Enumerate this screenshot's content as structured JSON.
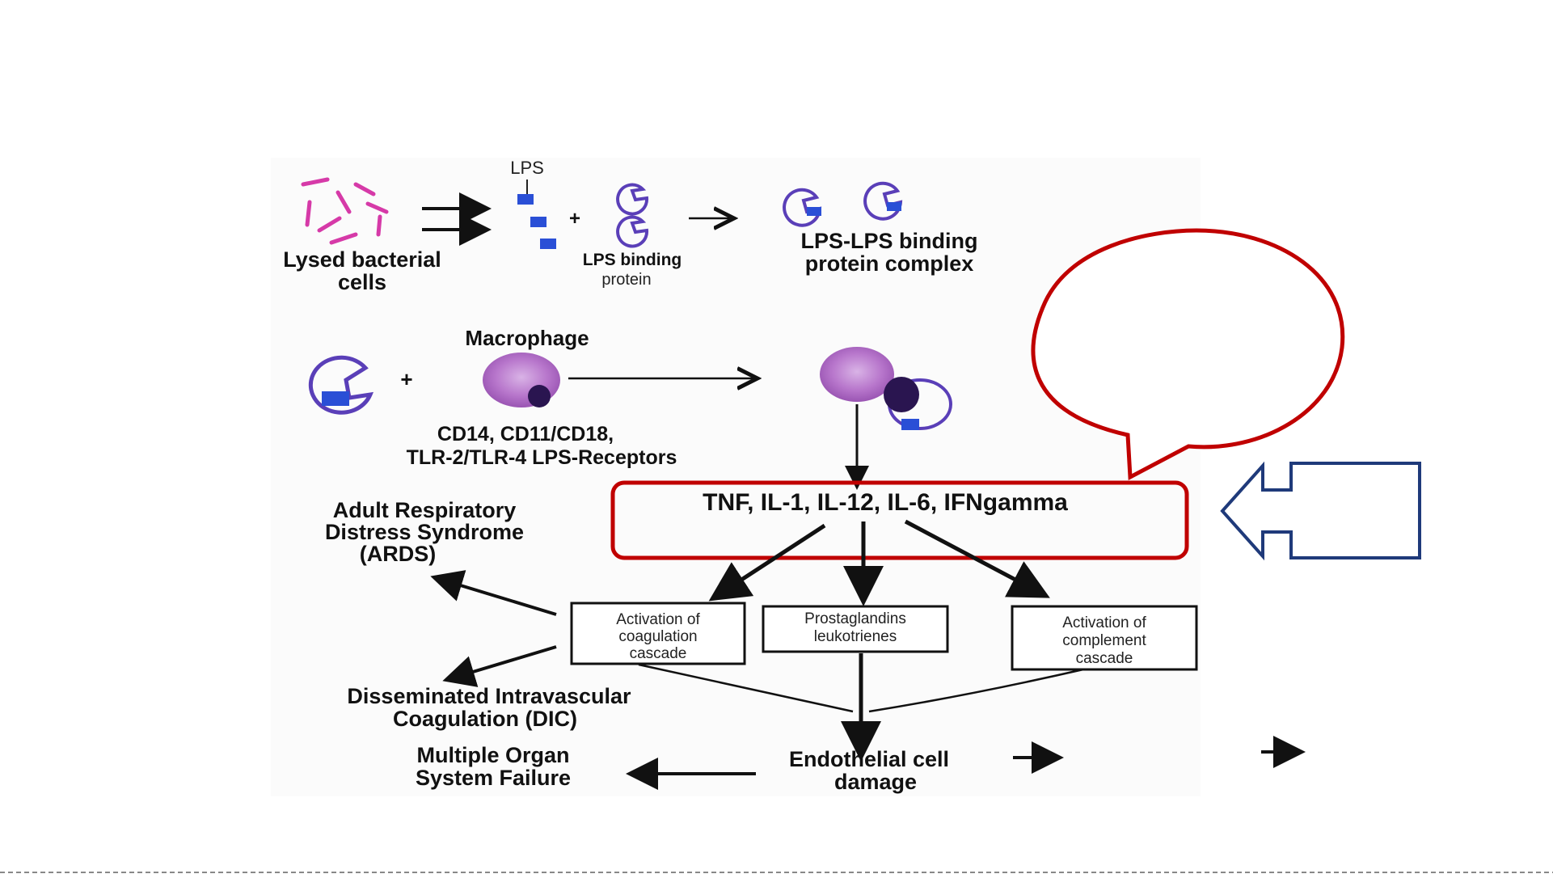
{
  "diagram": {
    "lps_label": "LPS",
    "lysed_cells_label": [
      "Lysed bacterial",
      "cells"
    ],
    "lbp_label": [
      "LPS binding",
      "protein"
    ],
    "complex_label": [
      "LPS-LPS binding",
      "protein complex"
    ],
    "macrophage_label": "Macrophage",
    "receptors_label": [
      "CD14, CD11/CD18,",
      "TLR-2/TLR-4 LPS-Receptors"
    ],
    "cytokines_label": "TNF, IL-1, IL-12, IL-6, IFNgamma",
    "ards_label": [
      "Adult Respiratory",
      "Distress Syndrome",
      "(ARDS)"
    ],
    "coagulation_box": [
      "Activation of",
      "coagulation",
      "cascade"
    ],
    "prostaglandins_box": [
      "Prostaglandins",
      "leukotrienes"
    ],
    "complement_box": [
      "Activation of",
      "complement",
      "cascade"
    ],
    "dic_label": [
      "Disseminated Intravascular",
      "Coagulation (DIC)"
    ],
    "mosf_label": [
      "Multiple Organ",
      "System Failure"
    ],
    "endothelial_label": [
      "Endothelial cell",
      "damage"
    ]
  },
  "colors": {
    "callout_red": "#c00000",
    "arrow_blue": "#1f3a7a",
    "cell_purple": "#5a3fb8",
    "bacteria_magenta": "#d63aa8",
    "lps_blue": "#2a4fd6"
  }
}
